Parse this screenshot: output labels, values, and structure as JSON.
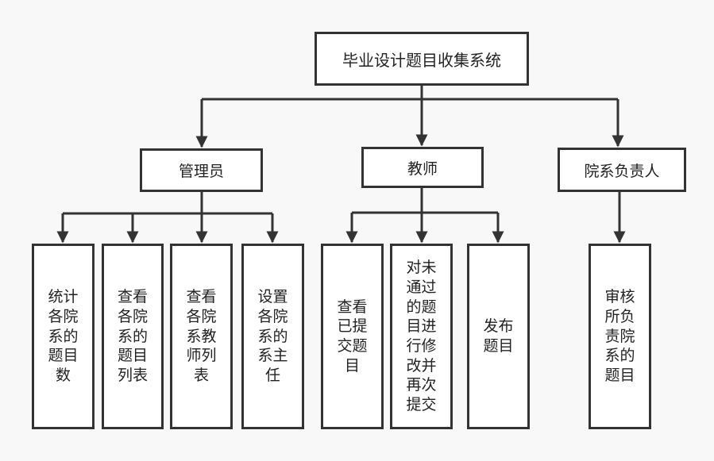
{
  "diagram": {
    "root": "毕业设计题目收集系统",
    "roles": {
      "admin": {
        "label": "管理员",
        "tasks": [
          "统计各院系的题目数",
          "查看各院系的题目列表",
          "查看各院系教师列表",
          "设置各院系的系主任"
        ]
      },
      "teacher": {
        "label": "教师",
        "tasks": [
          "查看已提交题目",
          "对未通过的题目进行修改并再次提交",
          "发布题目"
        ]
      },
      "dept_head": {
        "label": "院系负责人",
        "tasks": [
          "审核所负责院系的题目"
        ]
      }
    },
    "colors": {
      "line": "#333333",
      "box_fill": "#ffffff",
      "box_border": "#333333",
      "background": "#f8f8f8"
    }
  }
}
